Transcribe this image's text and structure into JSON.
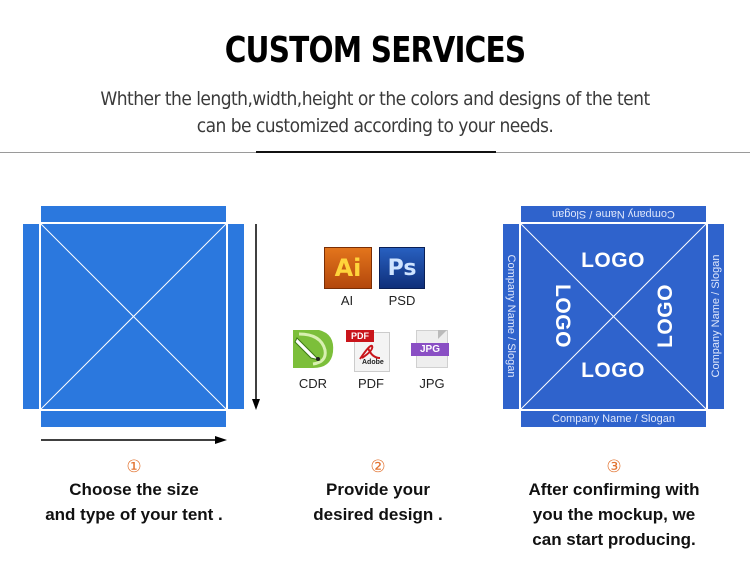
{
  "header": {
    "title": "CUSTOM SERVICES",
    "subtitle_line1": "Whther the length,width,height or the colors and designs of the tent",
    "subtitle_line2": "can be customized according to your needs."
  },
  "colors": {
    "tent_blue": "#2b78de",
    "mockup_blue": "#2f63cc",
    "step_number": "#e2722f"
  },
  "formats": [
    {
      "label": "AI",
      "icon": "ai-icon",
      "glyph": "Ai"
    },
    {
      "label": "PSD",
      "icon": "ps-icon",
      "glyph": "Ps"
    },
    {
      "label": "CDR",
      "icon": "coreldraw-icon"
    },
    {
      "label": "PDF",
      "icon": "pdf-icon",
      "badge": "PDF",
      "sub": "Adobe"
    },
    {
      "label": "JPG",
      "icon": "jpg-icon",
      "badge": "JPG"
    }
  ],
  "mockup": {
    "logo_text": "LOGO",
    "slogan_text": "Company Name / Slogan"
  },
  "steps": [
    {
      "number": "①",
      "lines": [
        "Choose the size",
        "and type of your tent ."
      ]
    },
    {
      "number": "②",
      "lines": [
        "Provide your",
        "desired design ."
      ]
    },
    {
      "number": "③",
      "lines": [
        "After confirming with",
        "you the mockup, we",
        "can start producing."
      ]
    }
  ]
}
